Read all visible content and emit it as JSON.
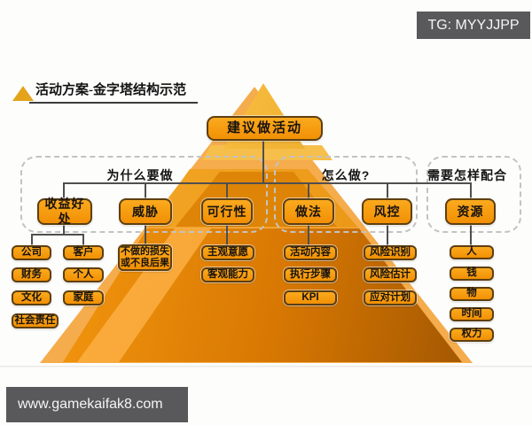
{
  "watermarks": {
    "tg_badge": "TG: MYYJJPP",
    "site_badge": "www.gamekaifak8.com"
  },
  "header": {
    "title": "活动方案-金字塔结构示范"
  },
  "pyramid": {
    "root": "建议做活动",
    "groups": [
      {
        "label": "为什么要做"
      },
      {
        "label": "怎么做?"
      },
      {
        "label": "需要怎样配合"
      }
    ],
    "level2": [
      "收益好处",
      "威胁",
      "可行性",
      "做法",
      "风控",
      "资源"
    ],
    "benefits_col_a": [
      "公司",
      "财务",
      "文化"
    ],
    "benefits_col_b": [
      "客户",
      "个人",
      "家庭"
    ],
    "benefits_wide": "社会责任",
    "threat_children": [
      "不做的损失或不良后果"
    ],
    "feasibility_children": [
      "主观意愿",
      "客观能力"
    ],
    "method_children": [
      "活动内容",
      "执行步骤",
      "KPI"
    ],
    "risk_children": [
      "风险识别",
      "风险估计",
      "应对计划"
    ],
    "resource_children": [
      "人",
      "钱",
      "物",
      "时间",
      "权力"
    ]
  },
  "colors": {
    "box_fill_top": "#FBAA1E",
    "box_fill_bottom": "#F29004",
    "box_border": "#5E3F10",
    "connector": "#4F4F4F",
    "dashed_region": "#C3C3C3",
    "badge_bg": "#59595B",
    "pyramid_light": "#F5AC4C",
    "pyramid_mid": "#E89212",
    "pyramid_dark": "#9C5301"
  }
}
